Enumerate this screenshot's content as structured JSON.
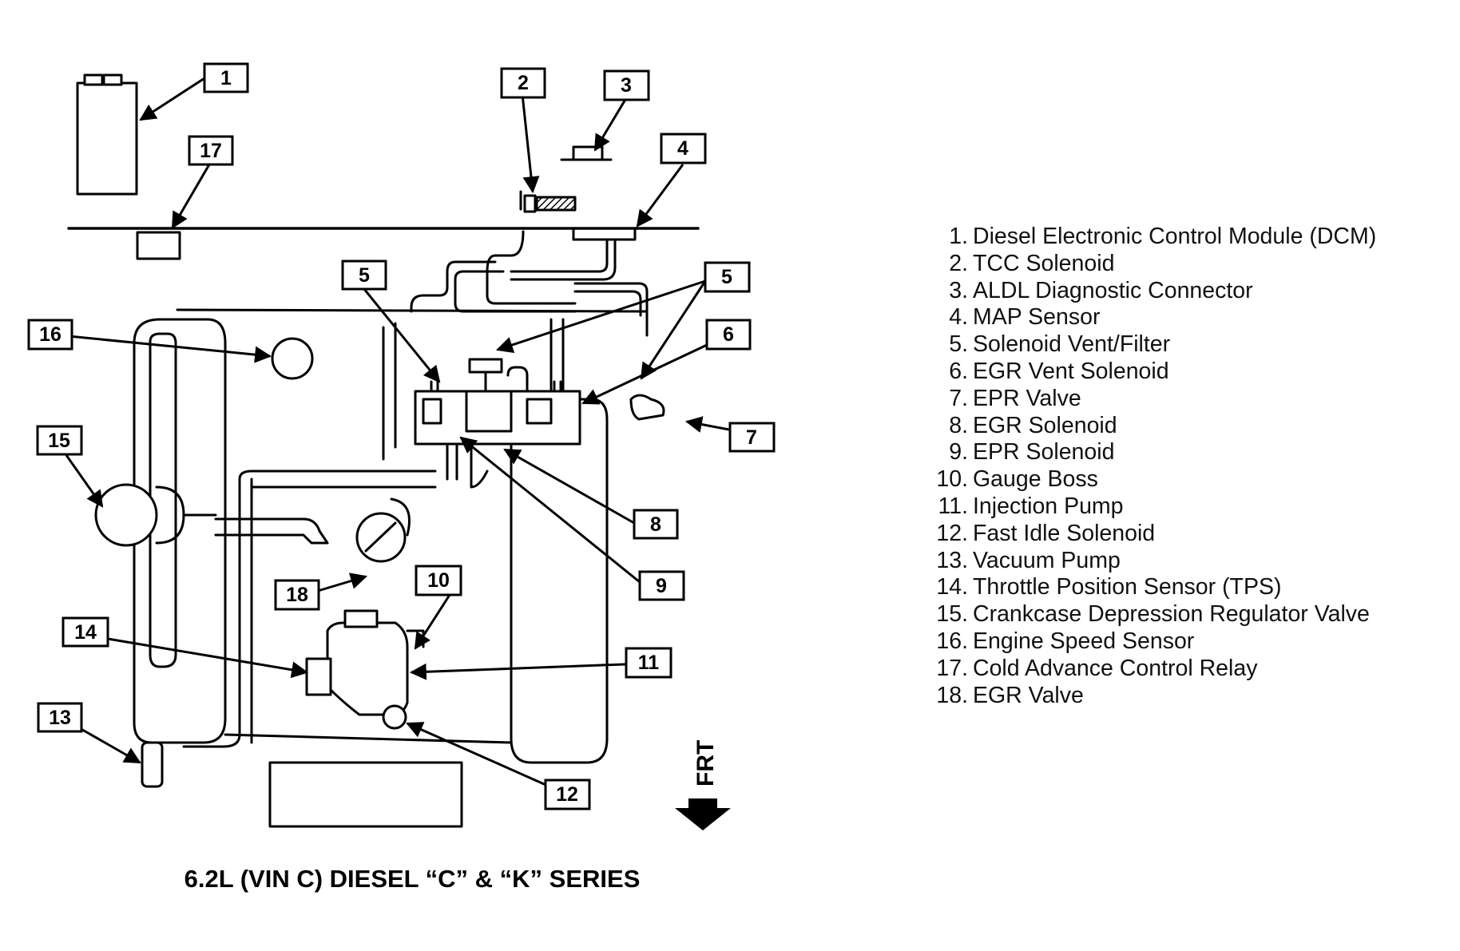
{
  "caption": "6.2L (VIN C) DIESEL “C” & “K” SERIES",
  "front_label": "FRT",
  "callouts": [
    {
      "id": "1",
      "text": "1"
    },
    {
      "id": "2",
      "text": "2"
    },
    {
      "id": "3",
      "text": "3"
    },
    {
      "id": "4",
      "text": "4"
    },
    {
      "id": "5",
      "text": "5"
    },
    {
      "id": "6",
      "text": "6"
    },
    {
      "id": "7",
      "text": "7"
    },
    {
      "id": "8",
      "text": "8"
    },
    {
      "id": "9",
      "text": "9"
    },
    {
      "id": "10",
      "text": "10"
    },
    {
      "id": "11",
      "text": "11"
    },
    {
      "id": "12",
      "text": "12"
    },
    {
      "id": "13",
      "text": "13"
    },
    {
      "id": "14",
      "text": "14"
    },
    {
      "id": "15",
      "text": "15"
    },
    {
      "id": "16",
      "text": "16"
    },
    {
      "id": "17",
      "text": "17"
    },
    {
      "id": "18",
      "text": "18"
    }
  ],
  "legend": [
    {
      "num": "1.",
      "label": "Diesel Electronic Control Module (DCM)"
    },
    {
      "num": "2.",
      "label": "TCC Solenoid"
    },
    {
      "num": "3.",
      "label": "ALDL Diagnostic Connector"
    },
    {
      "num": "4.",
      "label": "MAP Sensor"
    },
    {
      "num": "5.",
      "label": "Solenoid Vent/Filter"
    },
    {
      "num": "6.",
      "label": "EGR Vent Solenoid"
    },
    {
      "num": "7.",
      "label": "EPR Valve"
    },
    {
      "num": "8.",
      "label": "EGR Solenoid"
    },
    {
      "num": "9.",
      "label": "EPR Solenoid"
    },
    {
      "num": "10.",
      "label": "Gauge Boss"
    },
    {
      "num": "11.",
      "label": "Injection Pump"
    },
    {
      "num": "12.",
      "label": "Fast Idle Solenoid"
    },
    {
      "num": "13.",
      "label": "Vacuum Pump"
    },
    {
      "num": "14.",
      "label": "Throttle Position Sensor (TPS)"
    },
    {
      "num": "15.",
      "label": "Crankcase Depression Regulator Valve"
    },
    {
      "num": "16.",
      "label": "Engine Speed Sensor"
    },
    {
      "num": "17.",
      "label": "Cold Advance Control Relay"
    },
    {
      "num": "18.",
      "label": "EGR Valve"
    }
  ]
}
